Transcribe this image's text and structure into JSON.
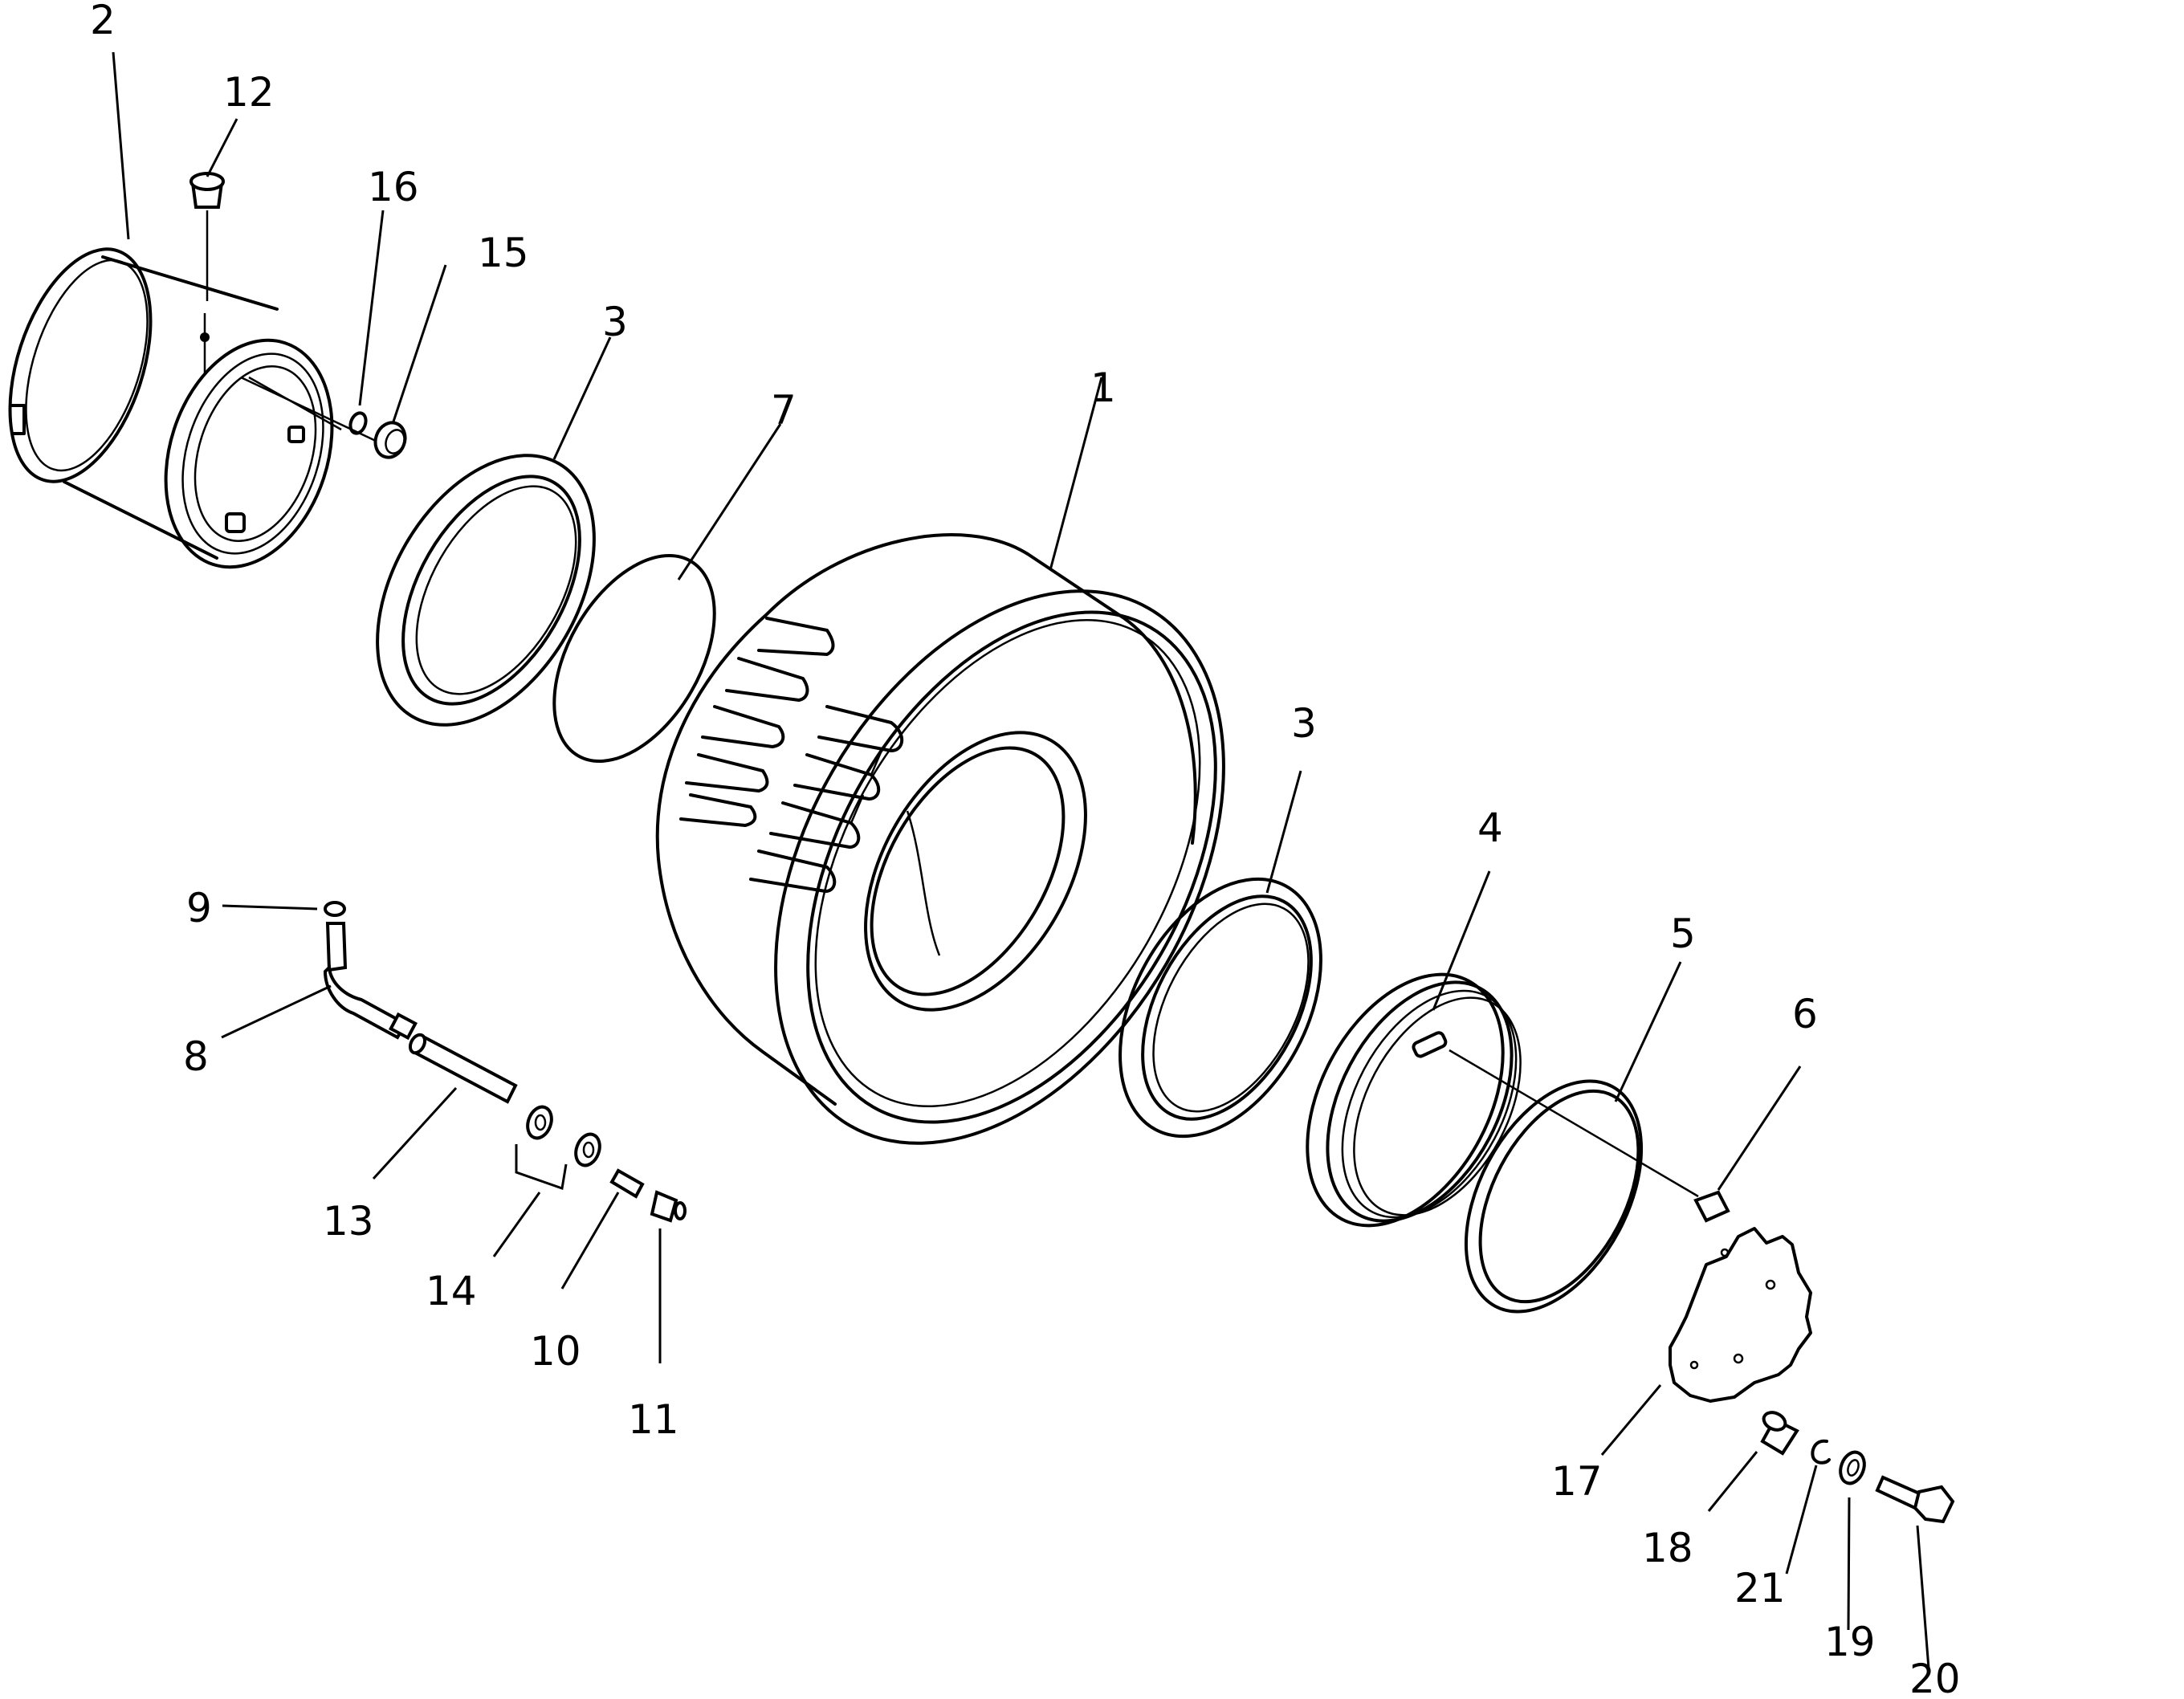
{
  "diagram": {
    "callouts": [
      {
        "id": "1",
        "label": "1"
      },
      {
        "id": "2",
        "label": "2"
      },
      {
        "id": "3a",
        "label": "3"
      },
      {
        "id": "3b",
        "label": "3"
      },
      {
        "id": "4",
        "label": "4"
      },
      {
        "id": "5",
        "label": "5"
      },
      {
        "id": "6",
        "label": "6"
      },
      {
        "id": "7",
        "label": "7"
      },
      {
        "id": "8",
        "label": "8"
      },
      {
        "id": "9",
        "label": "9"
      },
      {
        "id": "10",
        "label": "10"
      },
      {
        "id": "11",
        "label": "11"
      },
      {
        "id": "12",
        "label": "12"
      },
      {
        "id": "13",
        "label": "13"
      },
      {
        "id": "14",
        "label": "14"
      },
      {
        "id": "15",
        "label": "15"
      },
      {
        "id": "16",
        "label": "16"
      },
      {
        "id": "17",
        "label": "17"
      },
      {
        "id": "18",
        "label": "18"
      },
      {
        "id": "19",
        "label": "19"
      },
      {
        "id": "20",
        "label": "20"
      },
      {
        "id": "21",
        "label": "21"
      }
    ]
  }
}
